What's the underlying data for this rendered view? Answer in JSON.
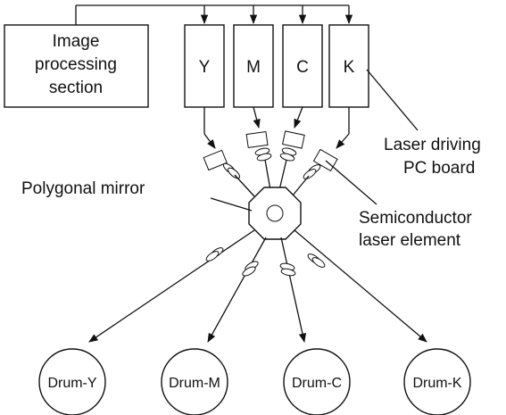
{
  "labels": {
    "image_processing": [
      "Image",
      "processing",
      "section"
    ],
    "laser_board": [
      "Laser driving",
      "PC board"
    ],
    "polygon_mirror": "Polygonal mirror",
    "laser_element": [
      "Semiconductor",
      "laser element"
    ]
  },
  "boards": [
    "Y",
    "M",
    "C",
    "K"
  ],
  "drums": [
    "Drum-Y",
    "Drum-M",
    "Drum-C",
    "Drum-K"
  ]
}
